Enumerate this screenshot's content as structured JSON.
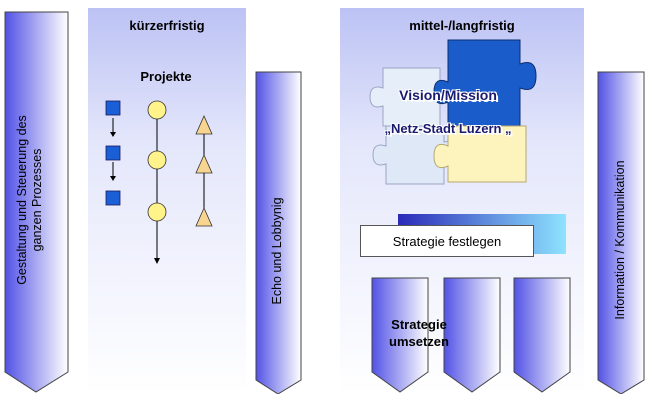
{
  "columns": {
    "short_term_title": "kürzerfristig",
    "long_term_title": "mittel-/langfristig"
  },
  "left_arrow": {
    "lines": [
      "Gestaltung und Steuerung des",
      "ganzen Prozesses"
    ]
  },
  "middle_arrow": {
    "label": "Echo und Lobbynig"
  },
  "right_arrow": {
    "label": "Information / Kommunikation"
  },
  "projects": {
    "title": "Projekte"
  },
  "vision": {
    "line1": "Vision/Mission",
    "line2": "„Netz-Stadt Luzern „"
  },
  "strategy": {
    "define": "Strategie festlegen",
    "implement_line1": "Strategie",
    "implement_line2": "umsetzen"
  },
  "colors": {
    "arrow_dark": "#5050e0",
    "arrow_light": "#ffffff",
    "square": "#1a5fd6",
    "circle": "#fff38a",
    "triangle": "#f7d590"
  }
}
